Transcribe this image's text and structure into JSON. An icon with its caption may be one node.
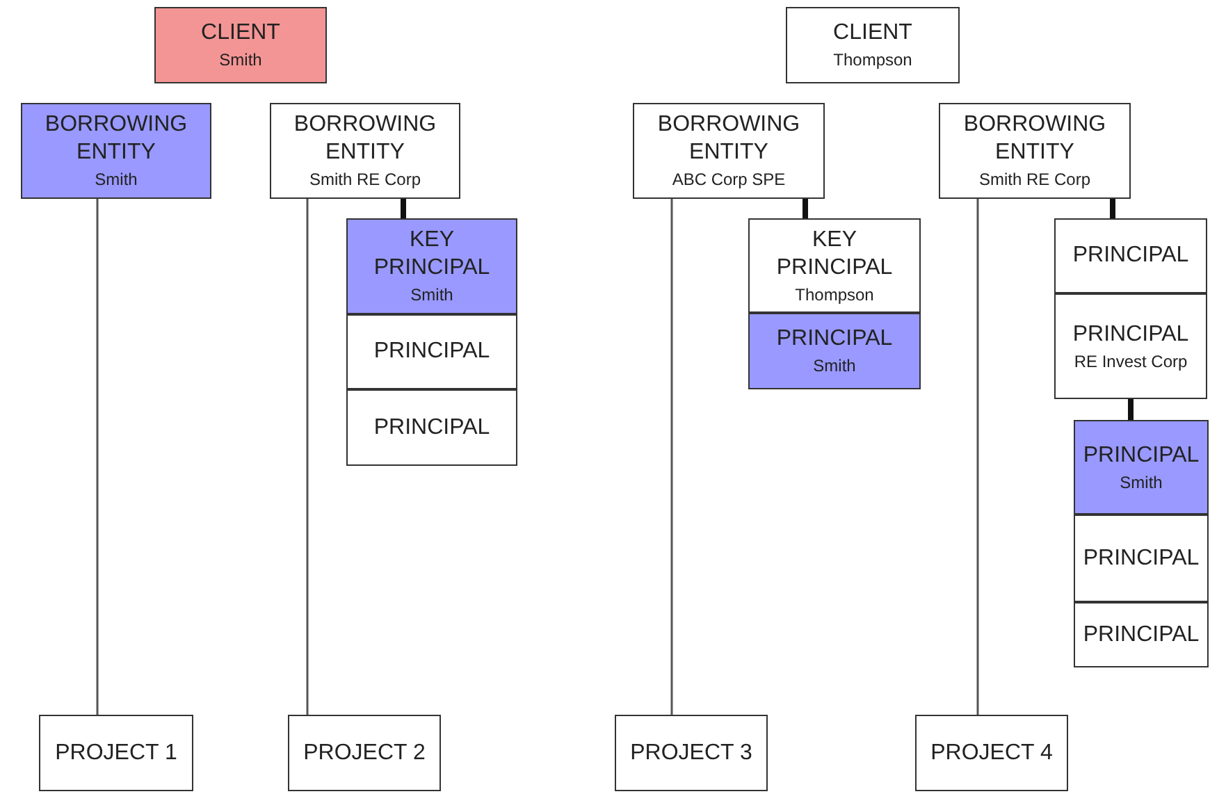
{
  "diagram": {
    "nodes": [
      {
        "text": [
          "CLIENT",
          "Smith"
        ]
      },
      {
        "text": [
          "BORROWING ENTITY",
          "Smith"
        ]
      },
      {
        "text": [
          "BORROWING ENTITY",
          "Smith RE Corp"
        ]
      },
      {
        "text": [
          "KEY PRINCIPAL",
          "Smith"
        ]
      },
      {
        "text": [
          "PRINCIPAL"
        ]
      },
      {
        "text": [
          "PRINCIPAL"
        ]
      },
      {
        "text": [
          "PROJECT 1"
        ]
      },
      {
        "text": [
          "PROJECT 2"
        ]
      },
      {
        "text": [
          "CLIENT",
          "Thompson"
        ]
      },
      {
        "text": [
          "BORROWING ENTITY",
          "ABC Corp SPE"
        ]
      },
      {
        "text": [
          "KEY PRINCIPAL",
          "Thompson"
        ]
      },
      {
        "text": [
          "PRINCIPAL",
          "Smith"
        ]
      },
      {
        "text": [
          "BORROWING ENTITY",
          "Smith RE Corp"
        ]
      },
      {
        "text": [
          "PRINCIPAL"
        ]
      },
      {
        "text": [
          "PRINCIPAL",
          "RE Invest Corp"
        ]
      },
      {
        "text": [
          "PRINCIPAL",
          "Smith"
        ]
      },
      {
        "text": [
          "PRINCIPAL"
        ]
      },
      {
        "text": [
          "PRINCIPAL"
        ]
      },
      {
        "text": [
          "PROJECT 3"
        ]
      },
      {
        "text": [
          "PROJECT 4"
        ]
      }
    ],
    "edges": [
      {
        "from": 1,
        "to": 6,
        "arrow": "none"
      },
      {
        "from": 2,
        "to": 7,
        "arrow": "none"
      },
      {
        "from": 2,
        "to": 3,
        "arrow": "none",
        "style": "thick"
      },
      {
        "from": 9,
        "to": 18,
        "arrow": "none"
      },
      {
        "from": 9,
        "to": 10,
        "arrow": "none",
        "style": "thick"
      },
      {
        "from": 12,
        "to": 19,
        "arrow": "none"
      },
      {
        "from": 12,
        "to": 13,
        "arrow": "none",
        "style": "thick"
      },
      {
        "from": 14,
        "to": 15,
        "arrow": "none",
        "style": "thick"
      }
    ]
  }
}
